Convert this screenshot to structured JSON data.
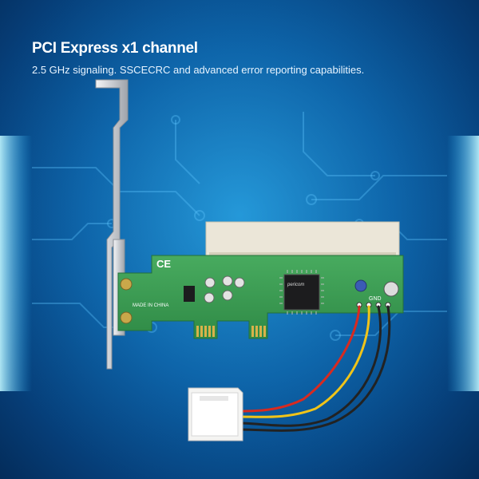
{
  "caption": {
    "title": "PCI Express x1 channel",
    "description": "2.5 GHz signaling. SSCECRC and advanced error reporting capabilities."
  },
  "board": {
    "ce_mark": "CE",
    "made_in": "MADE IN CHINA",
    "chip_brand": "pericom",
    "gnd_label": "GND"
  },
  "colors": {
    "background": "#0b62a8",
    "pcb": "#3a9a52",
    "bracket": "#c9ccd1",
    "slot": "#ebe6d8",
    "wire_red": "#d82a20",
    "wire_yellow": "#f0c419",
    "wire_black": "#222222"
  }
}
